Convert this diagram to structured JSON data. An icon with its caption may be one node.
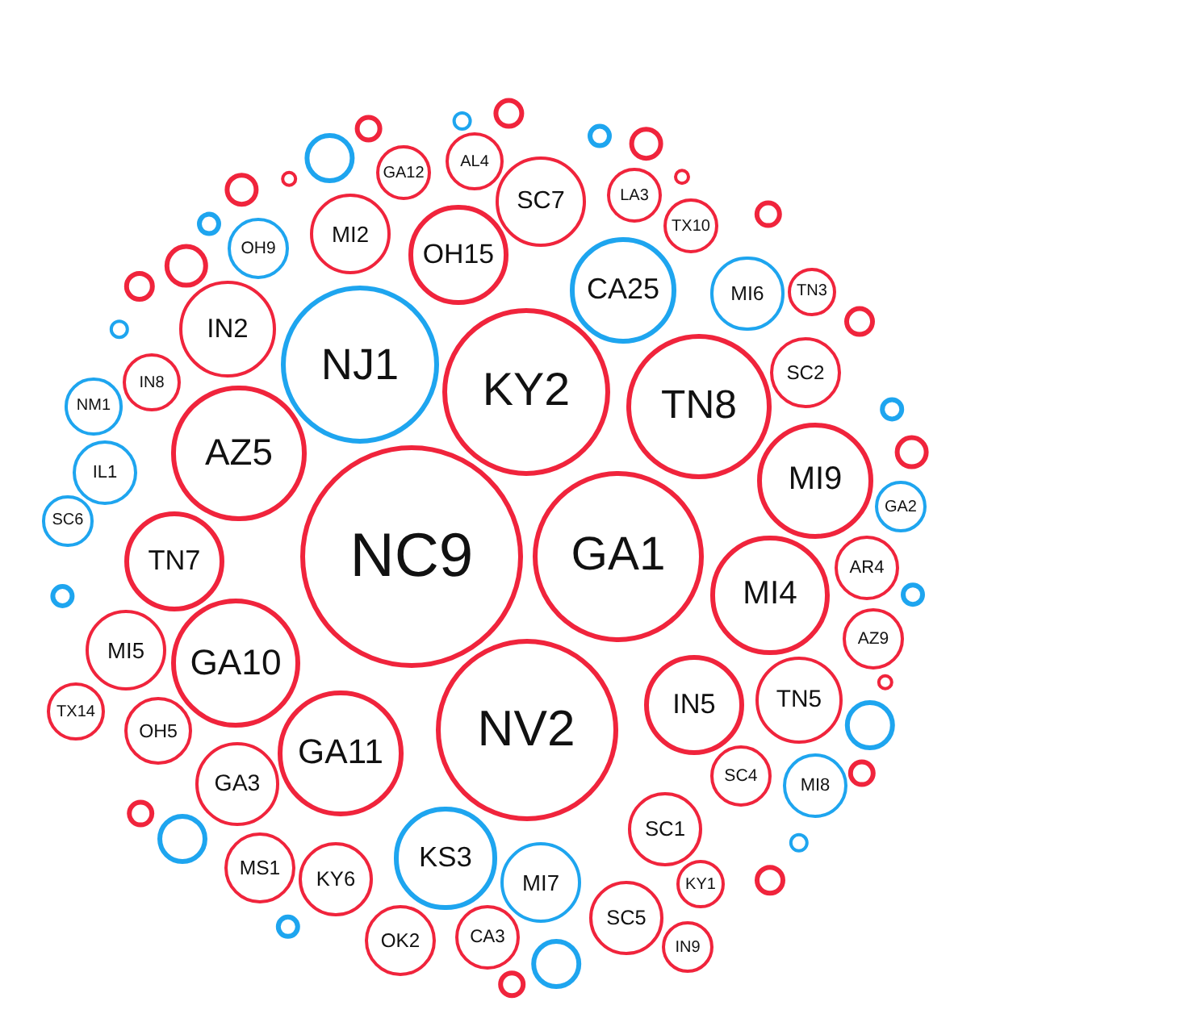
{
  "diagram": {
    "nodes": [
      {
        "text": [
          "NC9"
        ]
      },
      {
        "text": [
          "GA1"
        ]
      },
      {
        "text": [
          "KY2"
        ]
      },
      {
        "text": [
          "NV2"
        ]
      },
      {
        "text": [
          "TN8"
        ]
      },
      {
        "text": [
          "IN5"
        ]
      },
      {
        "text": [
          "NJ1"
        ]
      },
      {
        "text": [
          "AZ5"
        ]
      },
      {
        "text": [
          "GA10"
        ]
      },
      {
        "text": [
          "GA11"
        ]
      },
      {
        "text": [
          "MI9"
        ]
      },
      {
        "text": [
          "MI4"
        ]
      },
      {
        "text": [
          "OH15"
        ]
      },
      {
        "text": [
          "CA25"
        ]
      },
      {
        "text": [
          "SC7"
        ]
      },
      {
        "text": [
          "KS3"
        ]
      },
      {
        "text": [
          "SC1"
        ]
      },
      {
        "text": [
          "MI7"
        ]
      },
      {
        "text": [
          "TN7"
        ]
      },
      {
        "text": [
          "IN2"
        ]
      },
      {
        "text": [
          "SC4"
        ]
      },
      {
        "text": [
          "TN5"
        ]
      },
      {
        "text": [
          "MI2"
        ]
      },
      {
        "text": [
          "MI6"
        ]
      },
      {
        "text": [
          "SC2"
        ]
      },
      {
        "text": [
          "AR4"
        ]
      },
      {
        "text": [
          "AZ9"
        ]
      },
      {
        "text": [
          "MI5"
        ]
      },
      {
        "text": [
          "OH5"
        ]
      },
      {
        "text": [
          "GA3"
        ]
      },
      {
        "text": [
          "MS1"
        ]
      },
      {
        "text": [
          "KY6"
        ]
      },
      {
        "text": [
          "OK2"
        ]
      },
      {
        "text": [
          "CA3"
        ]
      },
      {
        "text": [
          "SC5"
        ]
      },
      {
        "text": [
          "KY1"
        ]
      },
      {
        "text": [
          "IN9"
        ]
      },
      {
        "text": [
          "MI8"
        ]
      },
      {
        "text": [
          "TN3"
        ]
      },
      {
        "text": [
          "TX10"
        ]
      },
      {
        "text": [
          "LA3"
        ]
      },
      {
        "text": [
          "AL4"
        ]
      },
      {
        "text": [
          "GA12"
        ]
      },
      {
        "text": [
          "OH9"
        ]
      },
      {
        "text": [
          "IN8"
        ]
      },
      {
        "text": [
          "NM1"
        ]
      },
      {
        "text": [
          "IL1"
        ]
      },
      {
        "text": [
          "SC6"
        ]
      },
      {
        "text": [
          "TX14"
        ]
      },
      {
        "text": [
          "GA2"
        ]
      }
    ]
  }
}
